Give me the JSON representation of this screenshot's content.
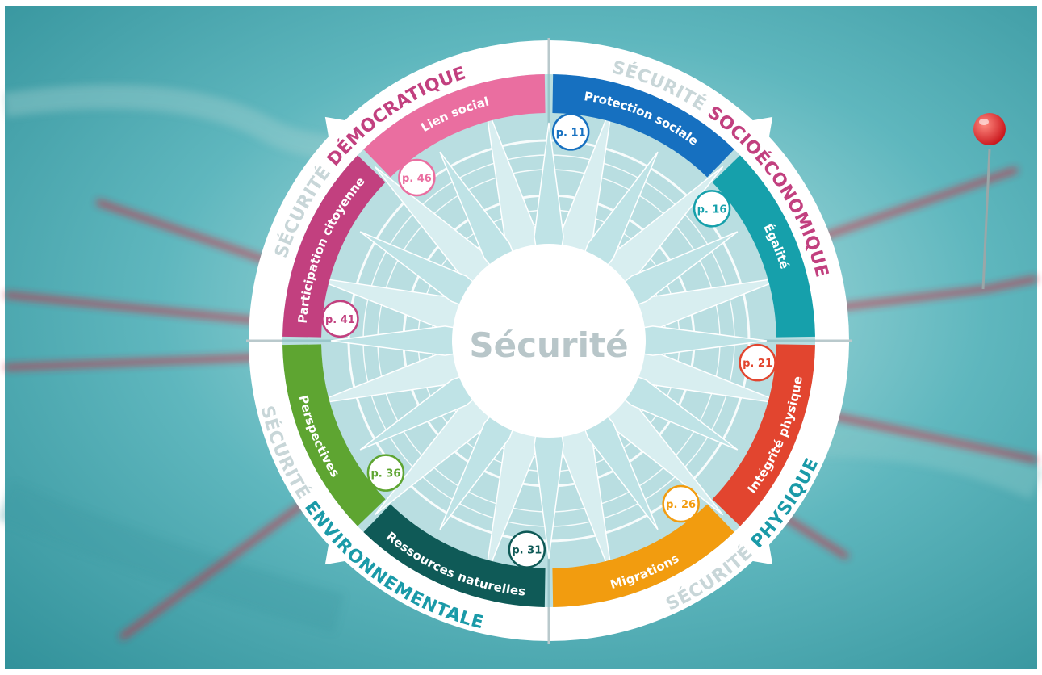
{
  "center_label": "Sécurité",
  "groups": [
    {
      "id": "democratique",
      "prefix": "SÉCURITÉ ",
      "word": "DÉMOCRATIQUE",
      "color": "#c2407f"
    },
    {
      "id": "socioeconomique",
      "prefix": "SÉCURITÉ ",
      "word": "SOCIOÉCONOMIQUE",
      "color": "#c2407f"
    },
    {
      "id": "physique",
      "prefix": "SÉCURITÉ ",
      "word": "PHYSIQUE",
      "color": "#1a9aa8"
    },
    {
      "id": "environnementale",
      "prefix": "SÉCURITÉ ",
      "word": "ENVIRONNEMENTALE",
      "color": "#1a9aa8"
    }
  ],
  "segments": [
    {
      "id": "protection-sociale",
      "label": "Protection sociale",
      "page": "p. 11",
      "color": "#1670c0"
    },
    {
      "id": "egalite",
      "label": "Égalité",
      "page": "p. 16",
      "color": "#16a0ab"
    },
    {
      "id": "integrite-physique",
      "label": "Intégrité physique",
      "page": "p. 21",
      "color": "#e2452f"
    },
    {
      "id": "migrations",
      "label": "Migrations",
      "page": "p. 26",
      "color": "#f29c0f"
    },
    {
      "id": "ressources-naturelles",
      "label": "Ressources naturelles",
      "page": "p. 31",
      "color": "#0f5a57"
    },
    {
      "id": "perspectives",
      "label": "Perspectives",
      "page": "p. 36",
      "color": "#5ea531"
    },
    {
      "id": "participation-citoyenne",
      "label": "Participation citoyenne",
      "page": "p. 41",
      "color": "#c2407f"
    },
    {
      "id": "lien-social",
      "label": "Lien social",
      "page": "p. 46",
      "color": "#ea6ea0"
    }
  ]
}
